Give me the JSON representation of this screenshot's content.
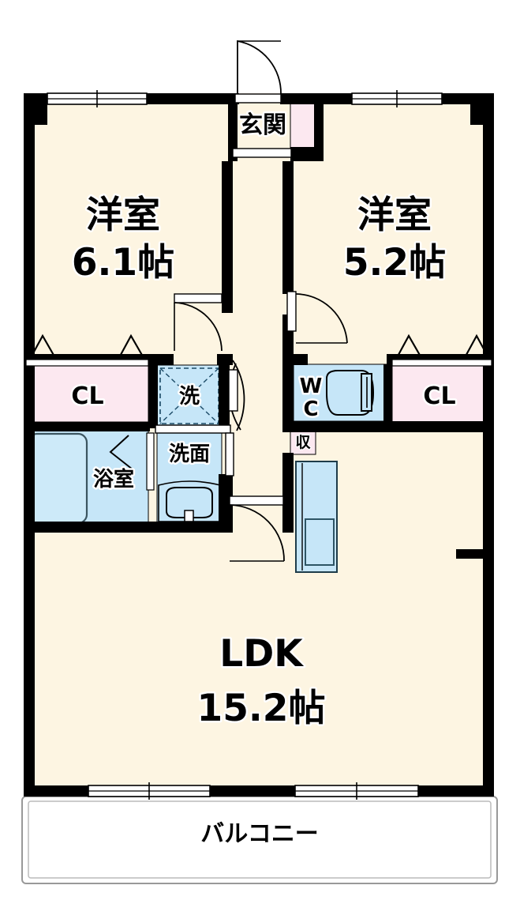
{
  "document": {
    "type": "floor-plan",
    "title": "2LDK Apartment Floor Plan",
    "colors": {
      "wall": "#000000",
      "floor_cream": "#FDF5E2",
      "closet_pink": "#FCE8F0",
      "water_blue": "#C6E6F8",
      "balcony_white": "#FFFFFF",
      "outline_gray": "#8A9BA3"
    }
  },
  "rooms": [
    {
      "id": "washitsu-left",
      "name": "洋室",
      "area": "6.1帖",
      "kind": "western-room"
    },
    {
      "id": "washitsu-right",
      "name": "洋室",
      "area": "5.2帖",
      "kind": "western-room"
    },
    {
      "id": "ldk",
      "name": "LDK",
      "area": "15.2帖",
      "kind": "living-dining-kitchen"
    },
    {
      "id": "genkan",
      "name": "玄関",
      "area": "",
      "kind": "entrance"
    },
    {
      "id": "yokushitsu",
      "name": "浴室",
      "area": "",
      "kind": "bathroom"
    },
    {
      "id": "senmen",
      "name": "洗面",
      "area": "",
      "kind": "washroom"
    },
    {
      "id": "wc",
      "name": "WC",
      "area": "",
      "kind": "toilet"
    },
    {
      "id": "balcony",
      "name": "バルコニー",
      "area": "",
      "kind": "balcony"
    }
  ],
  "labels": {
    "bedroom_left_name": "洋室",
    "bedroom_left_area": "6.1帖",
    "bedroom_right_name": "洋室",
    "bedroom_right_area": "5.2帖",
    "ldk_name": "LDK",
    "ldk_area": "15.2帖",
    "entrance": "玄関",
    "bath": "浴室",
    "washbasin": "洗面",
    "washer": "洗",
    "wc_line1": "W",
    "wc_line2": "C",
    "closet_left": "CL",
    "closet_right": "CL",
    "storage": "収",
    "balcony": "バルコニー"
  },
  "fixtures": [
    {
      "id": "bathtub",
      "name": "bathtub",
      "room": "yokushitsu"
    },
    {
      "id": "sink-basin",
      "name": "washbasin-sink",
      "room": "senmen"
    },
    {
      "id": "washer-slot",
      "name": "washing-machine-space",
      "room": "senmen"
    },
    {
      "id": "toilet",
      "name": "toilet",
      "room": "wc"
    },
    {
      "id": "kitchen-counter",
      "name": "kitchen-counter-with-sink",
      "room": "ldk"
    }
  ],
  "openings": [
    {
      "id": "entrance-door",
      "type": "hinged-door",
      "location": "genkan-top"
    },
    {
      "id": "bedroom-left-door",
      "type": "hinged-door",
      "location": "corridor-left"
    },
    {
      "id": "bedroom-right-door",
      "type": "hinged-door",
      "location": "corridor-right"
    },
    {
      "id": "ldk-door",
      "type": "hinged-door",
      "location": "corridor-bottom"
    },
    {
      "id": "bath-door",
      "type": "sliding-door",
      "location": "yokushitsu"
    },
    {
      "id": "window-bedroom-left",
      "type": "sliding-window",
      "location": "north-wall-left"
    },
    {
      "id": "window-bedroom-right",
      "type": "sliding-window",
      "location": "north-wall-right"
    },
    {
      "id": "window-ldk-left",
      "type": "sliding-window",
      "location": "south-wall-left"
    },
    {
      "id": "window-ldk-right",
      "type": "sliding-window",
      "location": "south-wall-right"
    },
    {
      "id": "closet-left-doors",
      "type": "folding-doors",
      "location": "closet-left"
    },
    {
      "id": "closet-right-doors",
      "type": "folding-doors",
      "location": "closet-right"
    }
  ]
}
